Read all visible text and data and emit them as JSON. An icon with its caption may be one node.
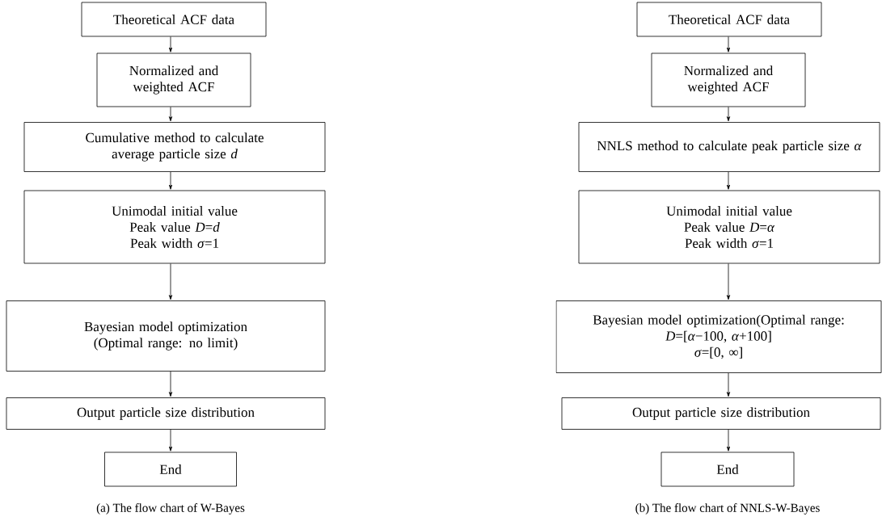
{
  "diagram": {
    "nodes": [
      {
        "text": [
          "Theoretical ACF data"
        ]
      },
      {
        "text": [
          "Normalized and weighted ACF"
        ]
      },
      {
        "text": [
          "Cumulative method to calculate average particle size *d*"
        ]
      },
      {
        "text": [
          "Unimodal initial value",
          "Peak value *D*=*d*",
          "Peak width *σ*=1"
        ]
      },
      {
        "text": [
          "Bayesian model optimization",
          "(Optimal range: no limit)"
        ]
      },
      {
        "text": [
          "Output particle size distribution"
        ]
      },
      {
        "text": [
          "End"
        ]
      },
      {
        "text": [
          "Theoretical ACF data"
        ]
      },
      {
        "text": [
          "Normalized and weighted ACF"
        ]
      },
      {
        "text": [
          "NNLS method to calculate peak particle size *α*"
        ]
      },
      {
        "text": [
          "Unimodal initial value",
          "Peak value *D*=*α*",
          "Peak width *σ*=1"
        ]
      },
      {
        "text": [
          "Bayesian model optimization(Optimal range:",
          "*D*=[*α*−100, *α*+100]",
          "*σ*=[0, ∞]"
        ]
      },
      {
        "text": [
          "Output particle size distribution"
        ]
      },
      {
        "text": [
          "End"
        ]
      }
    ],
    "edges": [
      {
        "from": 0,
        "to": 1,
        "arrow": "to"
      },
      {
        "from": 1,
        "to": 2,
        "arrow": "to"
      },
      {
        "from": 2,
        "to": 3,
        "arrow": "to"
      },
      {
        "from": 3,
        "to": 4,
        "arrow": "to"
      },
      {
        "from": 4,
        "to": 5,
        "arrow": "to"
      },
      {
        "from": 5,
        "to": 6,
        "arrow": "to"
      },
      {
        "from": 7,
        "to": 8,
        "arrow": "to"
      },
      {
        "from": 8,
        "to": 9,
        "arrow": "to"
      },
      {
        "from": 9,
        "to": 10,
        "arrow": "to"
      },
      {
        "from": 10,
        "to": 11,
        "arrow": "to"
      },
      {
        "from": 11,
        "to": 12,
        "arrow": "to"
      },
      {
        "from": 12,
        "to": 13,
        "arrow": "to"
      }
    ],
    "labels": [
      "(a) The flow chart of W-Bayes",
      "(b) The flow chart of NNLS-W-Bayes"
    ]
  }
}
